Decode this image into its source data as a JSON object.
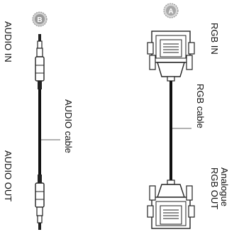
{
  "badges": {
    "left": {
      "letter": "B",
      "fill": "#9a9a9a"
    },
    "right": {
      "letter": "A",
      "fill": "#a8a8a8"
    }
  },
  "audio": {
    "in_label": "AUDIO IN",
    "cable_label": "AUDIO cable",
    "out_label": "AUDIO OUT"
  },
  "rgb": {
    "in_label": "RGB IN",
    "cable_label": "RGB cable",
    "out_line1": "Analogue",
    "out_line2": "RGB OUT"
  }
}
